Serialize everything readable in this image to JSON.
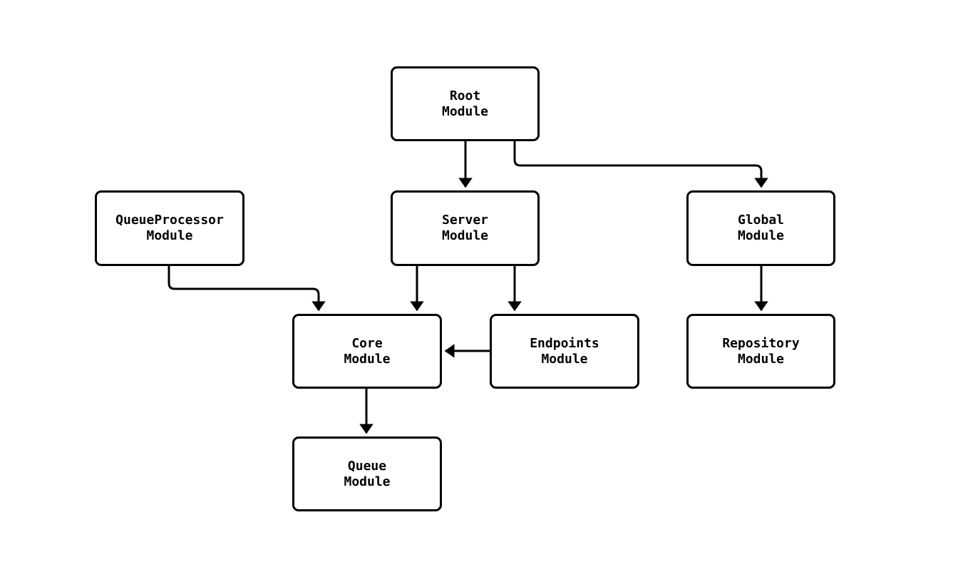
{
  "diagram": {
    "type": "flowchart",
    "direction": "top-down",
    "colors": {
      "node_fill": "#ffffff",
      "node_stroke": "#000000",
      "edge_stroke": "#000000",
      "text": "#000000",
      "background": "#ffffff"
    },
    "nodes": [
      {
        "id": "root",
        "label": "Root\nModule"
      },
      {
        "id": "queueprocessor",
        "label": "QueueProcessor\nModule"
      },
      {
        "id": "server",
        "label": "Server\nModule"
      },
      {
        "id": "global",
        "label": "Global\nModule"
      },
      {
        "id": "core",
        "label": "Core\nModule"
      },
      {
        "id": "endpoints",
        "label": "Endpoints\nModule"
      },
      {
        "id": "repository",
        "label": "Repository\nModule"
      },
      {
        "id": "queue",
        "label": "Queue\nModule"
      }
    ],
    "edges": [
      {
        "from": "Root Module",
        "to": "Server Module"
      },
      {
        "from": "Root Module",
        "to": "Global Module"
      },
      {
        "from": "QueueProcessor Module",
        "to": "Core Module"
      },
      {
        "from": "Server Module",
        "to": "Core Module"
      },
      {
        "from": "Server Module",
        "to": "Endpoints Module"
      },
      {
        "from": "Endpoints Module",
        "to": "Core Module"
      },
      {
        "from": "Core Module",
        "to": "Queue Module"
      },
      {
        "from": "Global Module",
        "to": "Repository Module"
      }
    ]
  }
}
